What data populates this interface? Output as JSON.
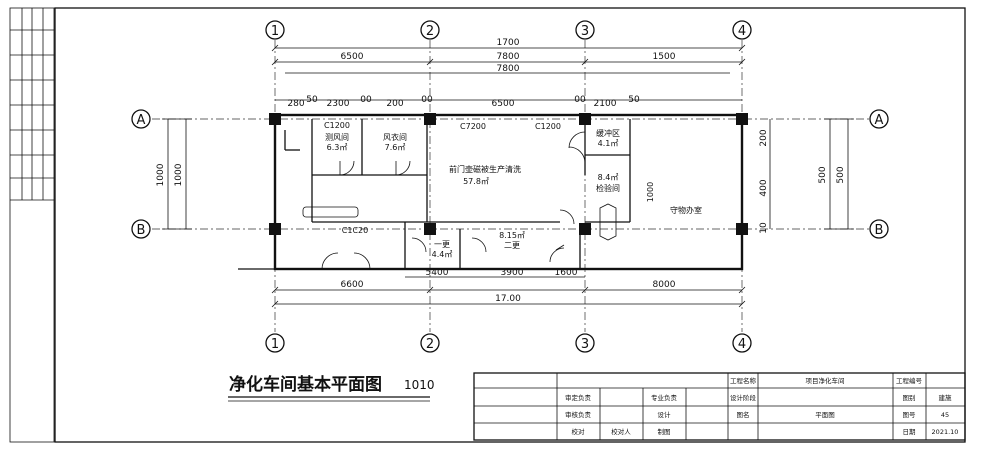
{
  "drawing_title": "净化车间基本平面图",
  "drawing_scale": "1010",
  "grid_columns": [
    "1",
    "2",
    "3",
    "4"
  ],
  "grid_rows": [
    "A",
    "B"
  ],
  "top_dims": {
    "row1": [
      "1700"
    ],
    "row2": [
      "6500",
      "7800",
      "1500"
    ],
    "row3": [
      "7800"
    ],
    "row4": [
      "280",
      "50",
      "2300",
      "00",
      "200",
      "00",
      "6500",
      "00",
      "2100",
      "50"
    ]
  },
  "bottom_dims": {
    "row1": [
      "5400",
      "3900",
      "1600"
    ],
    "row2": [
      "6600",
      "8000"
    ],
    "row3": [
      "17.00"
    ]
  },
  "left_dims": [
    "1000",
    "1000"
  ],
  "right_dims": {
    "outer": [
      "500",
      "500"
    ],
    "inner": [
      "200",
      "400",
      "10"
    ]
  },
  "rooms": {
    "room_a_name": "测风间",
    "room_a_area": "6.3㎡",
    "room_b_name": "风衣间",
    "room_b_area": "7.6㎡",
    "main_name": "前门壶磁被生产清洗",
    "main_area": "57.8㎡",
    "main_code_1": "C7200",
    "main_code_2": "C1200",
    "corridor_code": "C1200",
    "corridor_code_2": "C1C20",
    "buffer_name": "缓冲区",
    "buffer_area": "4.1㎡",
    "station_area": "8.4㎡",
    "station_name": "检验间",
    "guard_name": "守物办室",
    "small_1_name": "一更",
    "small_1_area": "4.4㎡",
    "small_2_area": "8.15㎡",
    "small_2_name": "二更",
    "side_dim": "1000"
  },
  "title_block": {
    "r1": [
      "",
      "",
      "工程名称",
      "项目净化车间",
      "工程编号"
    ],
    "r2": [
      "审定负责",
      "",
      "专业负责",
      "",
      "设计阶段",
      "",
      "图别",
      "建施"
    ],
    "r3": [
      "审核负责",
      "",
      "设计",
      "",
      "图名",
      "平面图",
      "图号",
      "45"
    ],
    "r4": [
      "校对",
      "校对人",
      "制图",
      "",
      "",
      "",
      "日期",
      "2021.10"
    ]
  }
}
